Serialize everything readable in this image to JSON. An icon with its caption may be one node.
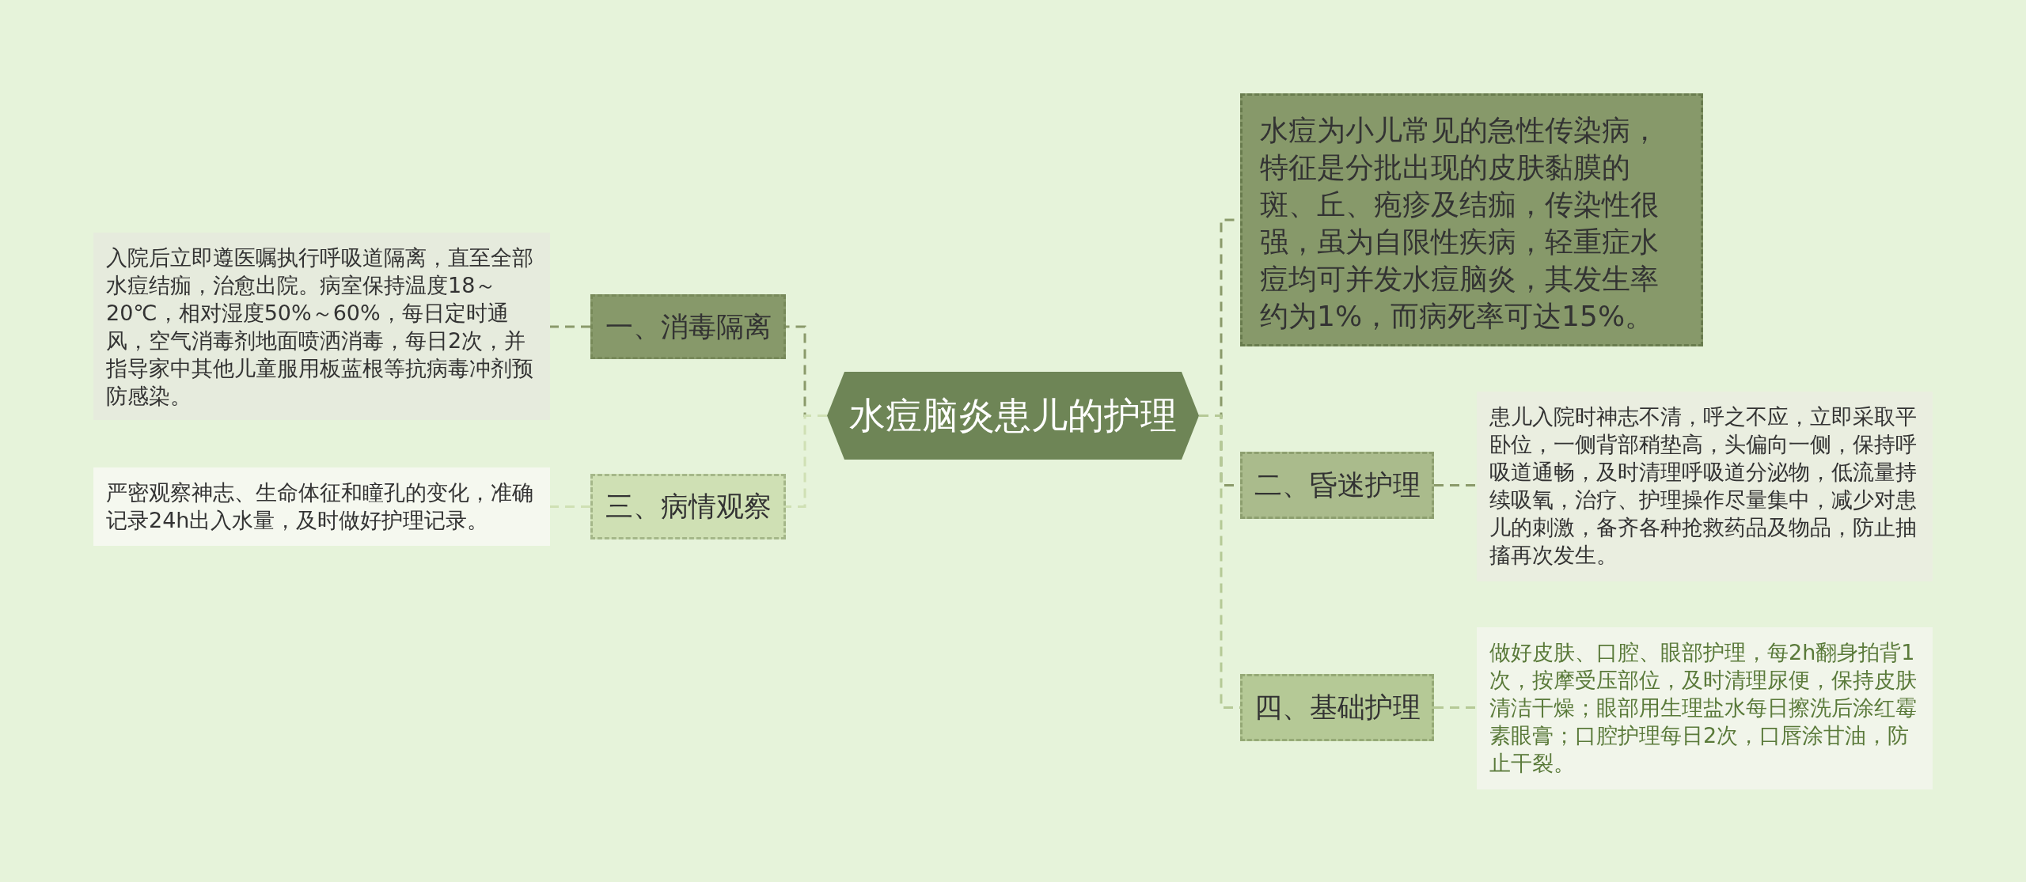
{
  "diagram": {
    "nodes": [
      {
        "text": [
          "水痘脑炎患儿的护理"
        ]
      },
      {
        "text": [
          "一、消毒隔离"
        ]
      },
      {
        "text": [
          "入院后立即遵医嘱执行呼吸道隔离，直至全部水痘结痂，治愈出院。病室保持温度18～20℃，相对湿度50%～60%，每日定时通风，空气消毒剂地面喷洒消毒，每日2次，并指导家中其他儿童服用板蓝根等抗病毒冲剂预防感染。"
        ]
      },
      {
        "text": [
          "三、病情观察"
        ]
      },
      {
        "text": [
          "严密观察神志、生命体征和瞳孔的变化，准确记录24h出入水量，及时做好护理记录。"
        ]
      },
      {
        "text": [
          "水痘为小儿常见的急性传染病，特征是分批出现的皮肤黏膜的斑、丘、疱疹及结痂，传染性很强，虽为自限性疾病，轻重症水痘均可并发水痘脑炎，其发生率约为1%，而病死率可达15%。"
        ]
      },
      {
        "text": [
          "二、昏迷护理"
        ]
      },
      {
        "text": [
          "患儿入院时神志不清，呼之不应，立即采取平卧位，一侧背部稍垫高，头偏向一侧，保持呼吸道通畅，及时清理呼吸道分泌物，低流量持续吸氧，治疗、护理操作尽量集中，减少对患儿的刺激，备齐各种抢救药品及物品，防止抽搐再次发生。"
        ]
      },
      {
        "text": [
          "四、基础护理"
        ]
      },
      {
        "text": [
          "做好皮肤、口腔、眼部护理，每2h翻身拍背1次，按摩受压部位，及时清理尿便，保持皮肤清洁干燥；眼部用生理盐水每日擦洗后涂红霉素眼膏；口腔护理每日2次，口唇涂甘油，防止干裂。"
        ]
      }
    ],
    "edges": [
      {
        "from": 0,
        "to": 1,
        "arrow": "none",
        "style": "dashed"
      },
      {
        "from": 1,
        "to": 2,
        "arrow": "none",
        "style": "dashed"
      },
      {
        "from": 0,
        "to": 3,
        "arrow": "none",
        "style": "dashed",
        "color": "#cfe0b4"
      },
      {
        "from": 3,
        "to": 4,
        "arrow": "none",
        "style": "dashed",
        "color": "#cfe0b4"
      },
      {
        "from": 0,
        "to": 5,
        "arrow": "none",
        "style": "dashed"
      },
      {
        "from": 0,
        "to": 6,
        "arrow": "none",
        "style": "dashed"
      },
      {
        "from": 6,
        "to": 7,
        "arrow": "none",
        "style": "dashed"
      },
      {
        "from": 0,
        "to": 8,
        "arrow": "none",
        "style": "dashed",
        "color": "#b5c996"
      },
      {
        "from": 8,
        "to": 9,
        "arrow": "none",
        "style": "dashed",
        "color": "#b5c996"
      }
    ]
  }
}
